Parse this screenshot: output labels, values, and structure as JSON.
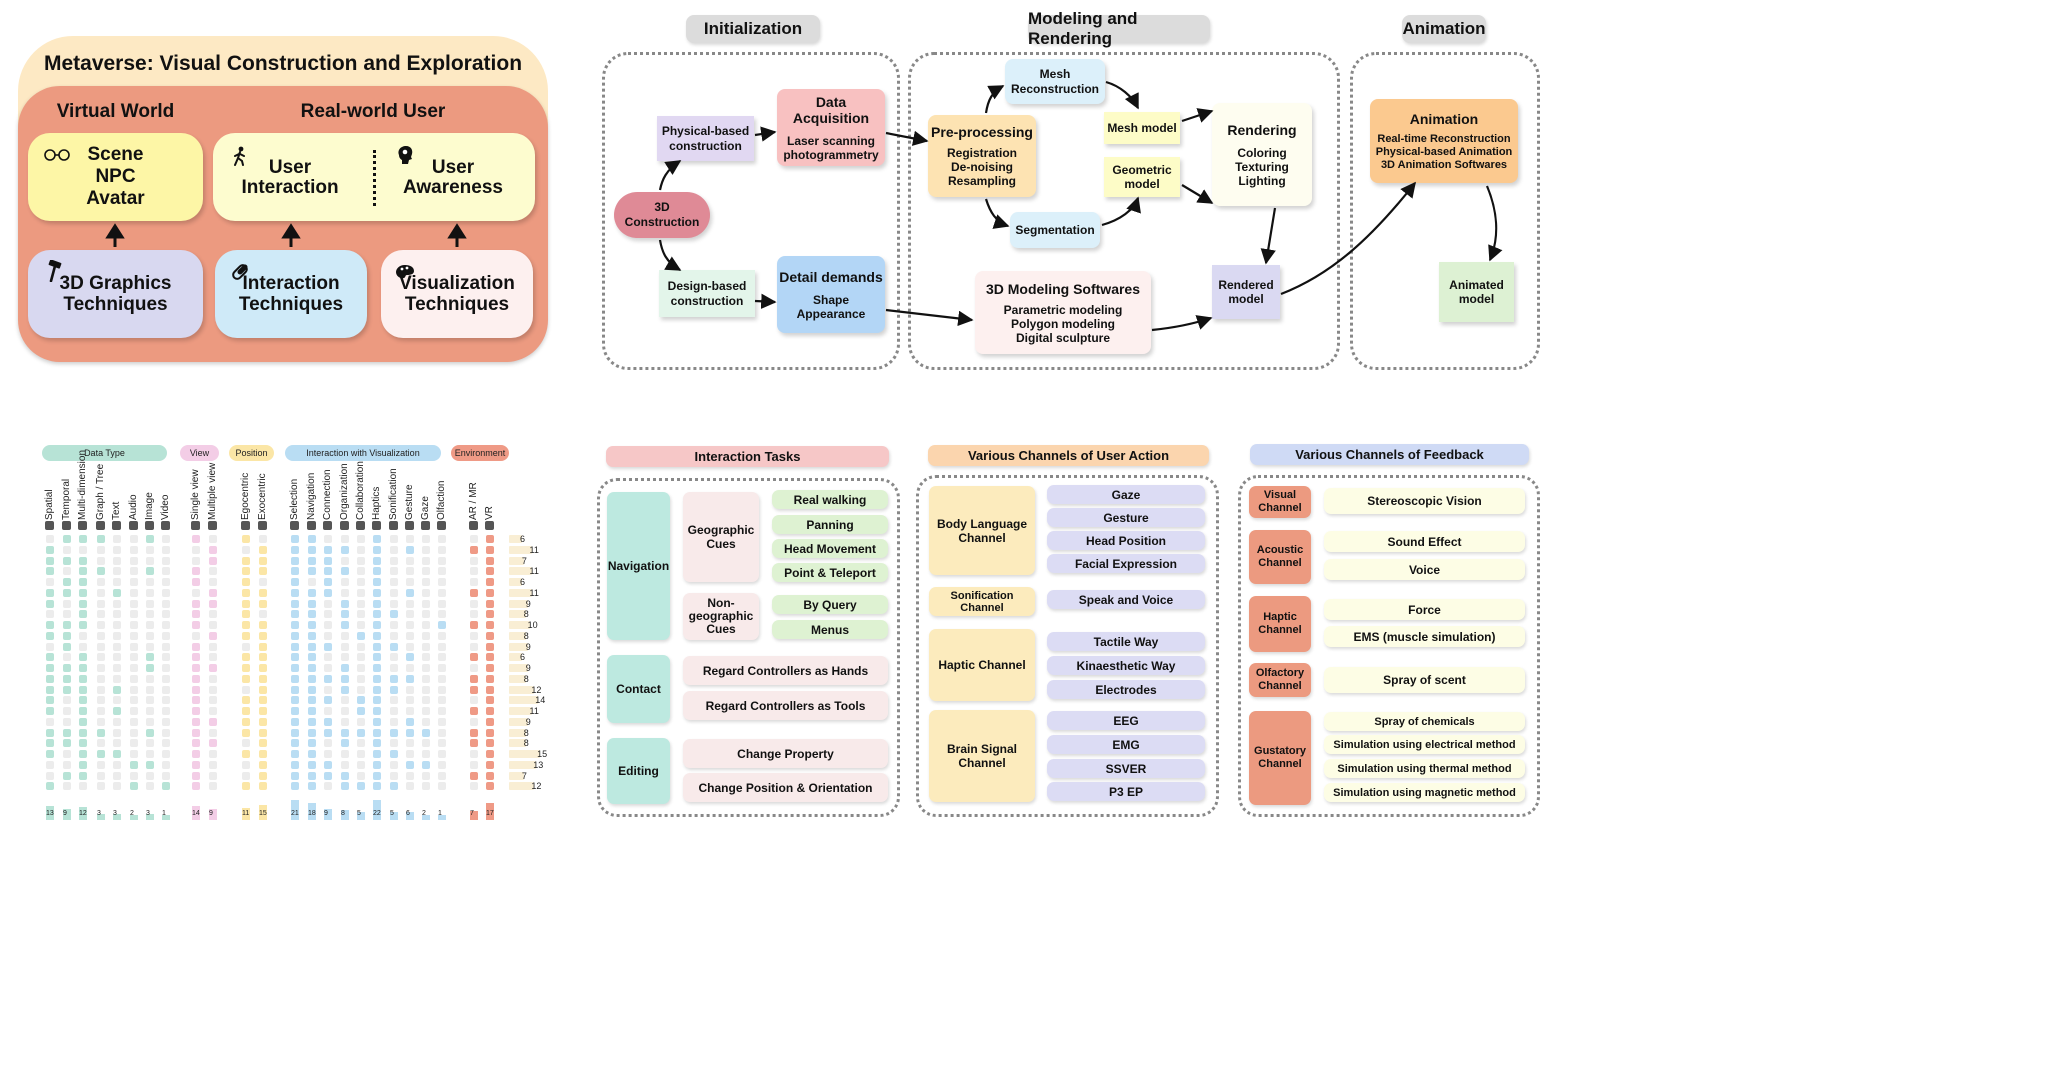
{
  "p1": {
    "title": "Metaverse: Visual Construction and Exploration",
    "virtual_world": "Virtual World",
    "real_user": "Real-world User",
    "scene": [
      "Scene",
      "NPC",
      "Avatar"
    ],
    "user_interaction": [
      "User",
      "Interaction"
    ],
    "user_awareness": [
      "User",
      "Awareness"
    ],
    "graphics": [
      "3D Graphics",
      "Techniques"
    ],
    "interaction_tech": [
      "Interaction",
      "Techniques"
    ],
    "vis_tech": [
      "Visualization",
      "Techniques"
    ],
    "icons": [
      "glasses-icon",
      "walking-person-icon",
      "brain-icon",
      "hammer-icon",
      "pill-icon",
      "palette-icon"
    ]
  },
  "p2": {
    "phases": [
      "Initialization",
      "Modeling and Rendering",
      "Animation"
    ],
    "physical": [
      "Physical-based",
      "construction"
    ],
    "construction3d": [
      "3D",
      "Construction"
    ],
    "design": [
      "Design-based",
      "construction"
    ],
    "data_acq": {
      "title": "Data Acquisition",
      "lines": [
        "Laser scanning",
        "photogrammetry"
      ]
    },
    "detail": {
      "title": "Detail demands",
      "lines": [
        "Shape",
        "Appearance"
      ]
    },
    "preproc": {
      "title": "Pre-processing",
      "lines": [
        "Registration",
        "De-noising",
        "Resampling"
      ]
    },
    "mesh_recon": [
      "Mesh",
      "Reconstruction"
    ],
    "segmentation": "Segmentation",
    "mesh_model": "Mesh model",
    "geometric": [
      "Geometric",
      "model"
    ],
    "rendering": {
      "title": "Rendering",
      "lines": [
        "Coloring",
        "Texturing",
        "Lighting"
      ]
    },
    "softwares": {
      "title": "3D  Modeling Softwares",
      "lines": [
        "Parametric modeling",
        "Polygon modeling",
        "Digital sculpture"
      ]
    },
    "rendered": [
      "Rendered",
      "model"
    ],
    "animation": {
      "title": "Animation",
      "lines": [
        "Real-time Reconstruction",
        "Physical-based Animation",
        "3D Animation Softwares"
      ]
    },
    "animated": [
      "Animated",
      "model"
    ]
  },
  "p3": {
    "groups": [
      {
        "label": "Data Type",
        "color": "#b7e3d6"
      },
      {
        "label": "View",
        "color": "#f3cde6"
      },
      {
        "label": "Position",
        "color": "#fbe6a6"
      },
      {
        "label": "Interaction with Visualization",
        "color": "#b9ddf3"
      },
      {
        "label": "Environment",
        "color": "#ef9a86"
      }
    ],
    "columns": [
      {
        "label": "Spatial",
        "group": 0,
        "total": "13",
        "icon": "globe-icon"
      },
      {
        "label": "Temporal",
        "group": 0,
        "total": "9",
        "icon": "clock-icon"
      },
      {
        "label": "Multi-dimension",
        "group": 0,
        "total": "12",
        "icon": "cube-icon"
      },
      {
        "label": "Graph / Tree",
        "group": 0,
        "total": "3",
        "icon": "graph-icon"
      },
      {
        "label": "Text",
        "group": 0,
        "total": "3",
        "icon": "text-icon"
      },
      {
        "label": "Audio",
        "group": 0,
        "total": "2",
        "icon": "audio-icon"
      },
      {
        "label": "Image",
        "group": 0,
        "total": "3",
        "icon": "camera-icon"
      },
      {
        "label": "Video",
        "group": 0,
        "total": "1",
        "icon": "video-icon"
      },
      {
        "label": "Single view",
        "group": 1,
        "total": "14",
        "icon": "single-view-icon"
      },
      {
        "label": "Multiple view",
        "group": 1,
        "total": "9",
        "icon": "multi-view-icon"
      },
      {
        "label": "Egocentric",
        "group": 2,
        "total": "11",
        "icon": "egocentric-icon"
      },
      {
        "label": "Exocentric",
        "group": 2,
        "total": "15",
        "icon": "exocentric-icon"
      },
      {
        "label": "Selection",
        "group": 3,
        "total": "21",
        "icon": "check-icon"
      },
      {
        "label": "Navigation",
        "group": 3,
        "total": "18",
        "icon": "arrow-icon"
      },
      {
        "label": "Connection",
        "group": 3,
        "total": "9",
        "icon": "connection-icon"
      },
      {
        "label": "Organization",
        "group": 3,
        "total": "8",
        "icon": "organization-icon"
      },
      {
        "label": "Collaboration",
        "group": 3,
        "total": "5",
        "icon": "people-icon"
      },
      {
        "label": "Haptics",
        "group": 3,
        "total": "22",
        "icon": "hand-icon"
      },
      {
        "label": "Sonification",
        "group": 3,
        "total": "5",
        "icon": "sound-icon"
      },
      {
        "label": "Gesture",
        "group": 3,
        "total": "6",
        "icon": "gesture-icon"
      },
      {
        "label": "Gaze",
        "group": 3,
        "total": "2",
        "icon": "eye-icon"
      },
      {
        "label": "Olfaction",
        "group": 3,
        "total": "1",
        "icon": "nose-icon"
      },
      {
        "label": "AR / MR",
        "group": 4,
        "total": "7",
        "icon": "ar-icon"
      },
      {
        "label": "VR",
        "group": 4,
        "total": "17",
        "icon": "vr-icon"
      }
    ],
    "row_counts": [
      "6",
      "11",
      "7",
      "11",
      "6",
      "11",
      "9",
      "8",
      "10",
      "8",
      "9",
      "6",
      "9",
      "8",
      "12",
      "14",
      "11",
      "9",
      "8",
      "8",
      "15",
      "13",
      "7",
      "12"
    ],
    "matrix": [
      [
        0,
        1,
        1,
        1,
        0,
        0,
        1,
        0,
        1,
        0,
        1,
        0,
        1,
        1,
        0,
        0,
        0,
        1,
        0,
        0,
        0,
        0,
        0,
        1
      ],
      [
        1,
        0,
        0,
        0,
        0,
        0,
        0,
        0,
        0,
        1,
        0,
        1,
        1,
        1,
        1,
        1,
        0,
        1,
        0,
        1,
        0,
        0,
        1,
        1
      ],
      [
        1,
        1,
        1,
        0,
        0,
        0,
        0,
        0,
        0,
        1,
        1,
        1,
        1,
        1,
        1,
        0,
        0,
        1,
        0,
        0,
        0,
        0,
        0,
        1
      ],
      [
        1,
        0,
        1,
        1,
        0,
        0,
        1,
        0,
        1,
        0,
        1,
        1,
        1,
        1,
        1,
        1,
        0,
        1,
        0,
        0,
        0,
        0,
        0,
        1
      ],
      [
        0,
        1,
        1,
        0,
        0,
        0,
        0,
        0,
        1,
        0,
        1,
        0,
        1,
        0,
        1,
        0,
        0,
        1,
        0,
        0,
        0,
        0,
        0,
        1
      ],
      [
        1,
        1,
        1,
        0,
        1,
        0,
        0,
        0,
        0,
        1,
        1,
        1,
        1,
        1,
        1,
        0,
        0,
        1,
        0,
        1,
        0,
        0,
        1,
        1
      ],
      [
        1,
        0,
        1,
        0,
        0,
        0,
        0,
        0,
        1,
        1,
        1,
        1,
        1,
        1,
        0,
        1,
        0,
        1,
        0,
        0,
        0,
        0,
        0,
        1
      ],
      [
        0,
        0,
        1,
        0,
        0,
        0,
        0,
        0,
        1,
        0,
        1,
        0,
        1,
        1,
        0,
        1,
        0,
        1,
        1,
        0,
        0,
        0,
        0,
        1
      ],
      [
        1,
        1,
        1,
        0,
        0,
        0,
        0,
        0,
        1,
        0,
        1,
        1,
        1,
        1,
        0,
        1,
        0,
        1,
        0,
        0,
        0,
        1,
        1,
        1
      ],
      [
        1,
        1,
        0,
        0,
        0,
        0,
        0,
        0,
        0,
        1,
        1,
        1,
        1,
        1,
        0,
        0,
        1,
        1,
        0,
        0,
        0,
        0,
        0,
        1
      ],
      [
        0,
        1,
        0,
        0,
        0,
        0,
        0,
        0,
        1,
        0,
        0,
        1,
        1,
        1,
        1,
        0,
        0,
        1,
        1,
        0,
        0,
        0,
        0,
        1
      ],
      [
        1,
        0,
        1,
        0,
        0,
        0,
        1,
        0,
        1,
        0,
        1,
        1,
        1,
        1,
        0,
        0,
        0,
        1,
        0,
        1,
        0,
        0,
        1,
        1
      ],
      [
        1,
        1,
        1,
        0,
        0,
        0,
        1,
        0,
        1,
        1,
        1,
        1,
        1,
        1,
        0,
        1,
        0,
        1,
        0,
        0,
        0,
        0,
        0,
        1
      ],
      [
        1,
        1,
        1,
        0,
        0,
        0,
        0,
        0,
        1,
        0,
        1,
        1,
        1,
        1,
        1,
        1,
        0,
        1,
        1,
        1,
        0,
        0,
        1,
        1
      ],
      [
        1,
        1,
        1,
        0,
        1,
        0,
        0,
        0,
        1,
        0,
        0,
        1,
        1,
        1,
        0,
        1,
        0,
        1,
        1,
        0,
        0,
        0,
        1,
        1
      ],
      [
        1,
        0,
        1,
        0,
        0,
        0,
        0,
        0,
        1,
        0,
        1,
        1,
        1,
        1,
        1,
        0,
        1,
        1,
        0,
        0,
        0,
        0,
        0,
        1
      ],
      [
        1,
        0,
        1,
        0,
        1,
        0,
        0,
        0,
        1,
        0,
        1,
        1,
        1,
        1,
        0,
        0,
        1,
        1,
        0,
        0,
        0,
        0,
        1,
        1
      ],
      [
        0,
        0,
        1,
        0,
        0,
        0,
        0,
        0,
        1,
        1,
        1,
        1,
        1,
        1,
        1,
        0,
        0,
        1,
        0,
        1,
        0,
        0,
        0,
        1
      ],
      [
        1,
        1,
        1,
        1,
        0,
        0,
        1,
        0,
        1,
        0,
        1,
        1,
        1,
        1,
        1,
        1,
        1,
        1,
        1,
        1,
        1,
        0,
        1,
        1
      ],
      [
        1,
        1,
        1,
        0,
        0,
        0,
        0,
        0,
        1,
        1,
        0,
        1,
        1,
        1,
        0,
        1,
        0,
        1,
        0,
        0,
        0,
        0,
        1,
        1
      ],
      [
        1,
        0,
        1,
        1,
        1,
        0,
        0,
        0,
        1,
        0,
        1,
        1,
        1,
        1,
        0,
        0,
        0,
        1,
        1,
        0,
        0,
        0,
        0,
        1
      ],
      [
        0,
        0,
        1,
        0,
        0,
        1,
        1,
        0,
        1,
        0,
        0,
        1,
        1,
        1,
        1,
        0,
        0,
        1,
        0,
        1,
        1,
        0,
        0,
        1
      ],
      [
        0,
        1,
        1,
        0,
        0,
        0,
        0,
        0,
        1,
        0,
        0,
        1,
        1,
        1,
        1,
        1,
        0,
        1,
        0,
        0,
        0,
        0,
        1,
        1
      ],
      [
        1,
        0,
        0,
        0,
        0,
        1,
        0,
        1,
        1,
        0,
        1,
        1,
        1,
        1,
        0,
        1,
        1,
        1,
        1,
        0,
        0,
        0,
        0,
        1
      ]
    ]
  },
  "p4": {
    "headers": [
      "Interaction Tasks",
      "Various Channels of User Action",
      "Various Channels of Feedback"
    ],
    "tasks": {
      "navigation": "Navigation",
      "geo": [
        "Geographic",
        "Cues"
      ],
      "nongeo": [
        "Non-",
        "geographic",
        "Cues"
      ],
      "geo_items": [
        "Real walking",
        "Panning",
        "Head Movement",
        "Point & Teleport"
      ],
      "nongeo_items": [
        "By Query",
        "Menus"
      ],
      "contact": "Contact",
      "contact_items": [
        "Regard Controllers as Hands",
        "Regard Controllers as Tools"
      ],
      "editing": "Editing",
      "editing_items": [
        "Change Property",
        "Change Position & Orientation"
      ]
    },
    "actions": {
      "body": [
        "Body Language",
        "Channel"
      ],
      "body_items": [
        "Gaze",
        "Gesture",
        "Head Position",
        "Facial Expression"
      ],
      "sonification": "Sonification Channel",
      "sonification_items": [
        "Speak and Voice"
      ],
      "haptic": "Haptic Channel",
      "haptic_items": [
        "Tactile Way",
        "Kinaesthetic Way",
        "Electrodes"
      ],
      "brain": [
        "Brain Signal",
        "Channel"
      ],
      "brain_items": [
        "EEG",
        "EMG",
        "SSVER",
        "P3 EP"
      ]
    },
    "feedback": {
      "visual": [
        "Visual",
        "Channel"
      ],
      "visual_items": [
        "Stereoscopic Vision"
      ],
      "acoustic": [
        "Acoustic",
        "Channel"
      ],
      "acoustic_items": [
        "Sound Effect",
        "Voice"
      ],
      "haptic": [
        "Haptic",
        "Channel"
      ],
      "haptic_items": [
        "Force",
        "EMS (muscle simulation)"
      ],
      "olfactory": [
        "Olfactory",
        "Channel"
      ],
      "olfactory_items": [
        "Spray of scent"
      ],
      "gustatory": [
        "Gustatory",
        "Channel"
      ],
      "gustatory_items": [
        "Spray of chemicals",
        "Simulation using electrical method",
        "Simulation using thermal method",
        "Simulation using magnetic method"
      ]
    }
  }
}
